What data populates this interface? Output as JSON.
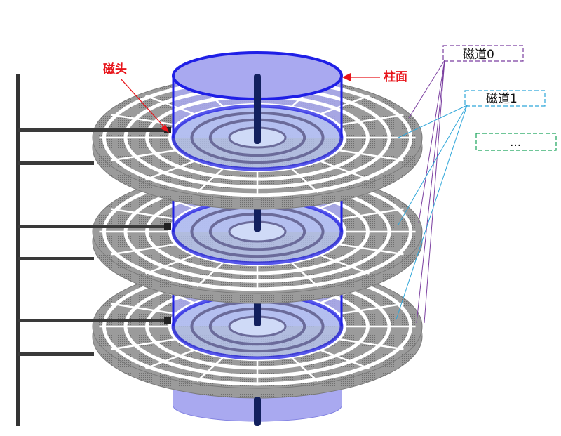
{
  "labels": {
    "head": "磁头",
    "cylinder": "柱面",
    "track0": "磁道0",
    "track1": "磁道1",
    "more": "..."
  },
  "colors": {
    "cylinder_fill": "#a9a9f0",
    "cylinder_stroke": "#1f1fe6",
    "spindle": "#101a55",
    "platter": "#8c8c8c",
    "grid": "#ffffff",
    "arm": "#3a3a3a",
    "annotation_red": "#e8141a",
    "track0_box": "#7b3fa0",
    "track1_box": "#2fa6d9",
    "more_box": "#19a35a"
  },
  "platters": [
    {
      "name": "platter-top"
    },
    {
      "name": "platter-middle"
    },
    {
      "name": "platter-bottom"
    }
  ]
}
